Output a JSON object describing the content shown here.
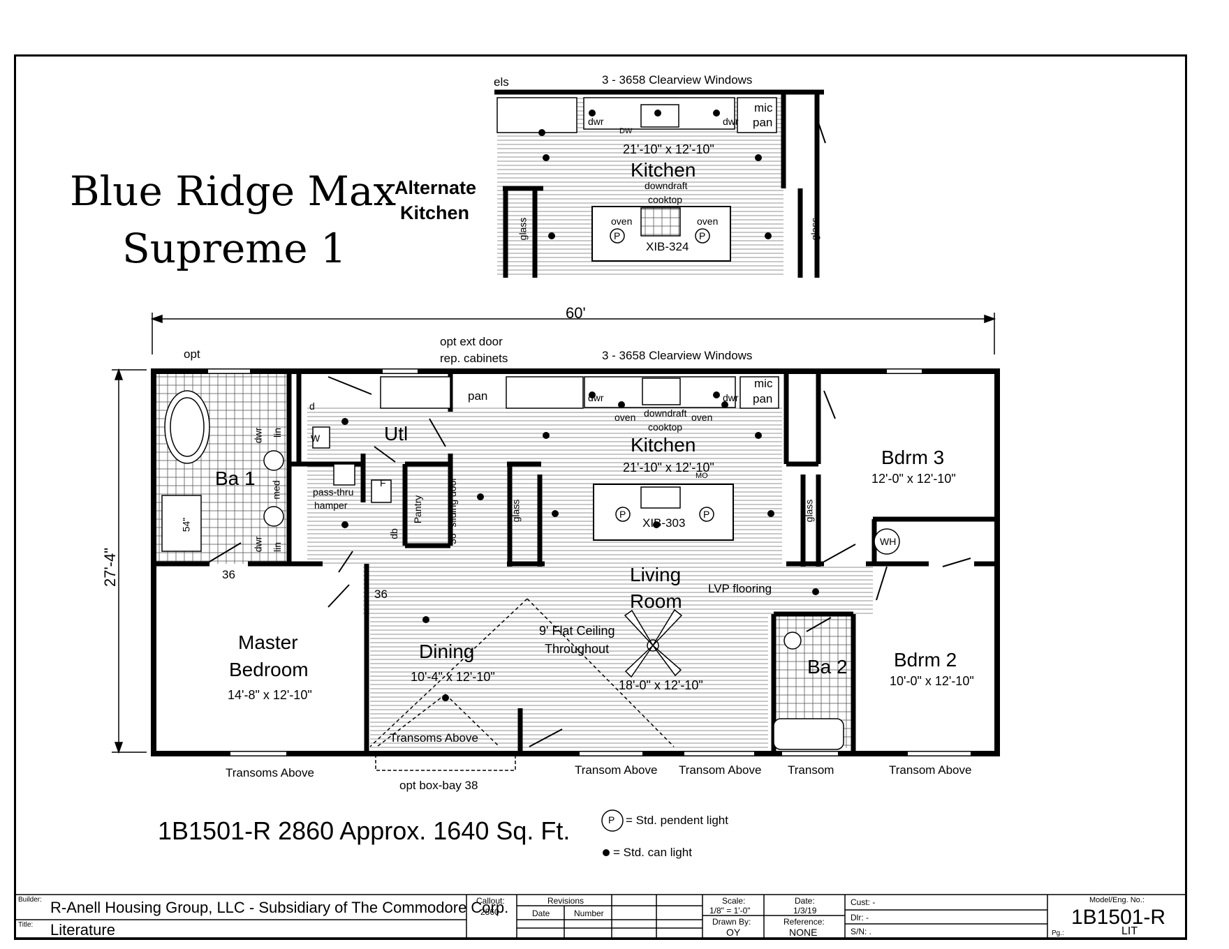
{
  "title": {
    "line1": "Blue Ridge Max",
    "line2": "Supreme 1"
  },
  "alternate": {
    "label_line1": "Alternate",
    "label_line2": "Kitchen",
    "windows": "3 - 3658 Clearview Windows",
    "cut_text": "els",
    "dwr_left": "dwr",
    "dw": "DW",
    "dwr_right": "dwr",
    "mic": "mic",
    "pan": "pan",
    "room_name": "Kitchen",
    "room_dim": "21'-10\" x 12'-10\"",
    "downdraft": "downdraft",
    "cooktop": "cooktop",
    "oven1": "oven",
    "oven2": "oven",
    "island": "XIB-324",
    "glass_left": "glass",
    "glass_right": "glass",
    "p1": "P",
    "p2": "P"
  },
  "plan": {
    "width_dim": "60'",
    "depth_dim": "27'-4\"",
    "opt_top": "opt",
    "opt_ext_door": "opt ext door",
    "rep_cabinets": "rep. cabinets",
    "windows": "3 - 3658 Clearview Windows",
    "pan": "pan",
    "dwr1": "dwr",
    "dwr2": "dwr",
    "dwr_v1": "dwr",
    "dwr_v2": "dwr",
    "mic": "mic",
    "pan2": "pan",
    "oven_left": "oven",
    "downdraft": "downdraft",
    "oven_right": "oven",
    "cooktop": "cooktop",
    "kitchen": "Kitchen",
    "kitchen_dim": "21'-10\" x 12'-10\"",
    "mo": "MO",
    "island": "XIB-303",
    "p1": "P",
    "p2": "P",
    "d": "d",
    "w": "W",
    "f": "F",
    "utl": "Utl",
    "ba1": "Ba 1",
    "lin1": "lin",
    "lin2": "lin",
    "med": "med",
    "tub_size": "54\"",
    "pass_thru": "pass-thru",
    "hamper": "hamper",
    "pantry": "Pantry",
    "db": "db",
    "sliding_door": "36\" sliding door",
    "glass_left": "glass",
    "glass_right": "glass",
    "bdrm3": "Bdrm 3",
    "bdrm3_dim": "12'-0\" x 12'-10\"",
    "wh": "WH",
    "master1": "Master",
    "master2": "Bedroom",
    "master_dim": "14'-8\" x 12'-10\"",
    "door36a": "36",
    "door36b": "36",
    "living1": "Living",
    "living2": "Room",
    "lvp": "LVP flooring",
    "dining": "Dining",
    "dining_dim": "10'-4\" x 12'-10\"",
    "flat1": "9' Flat Ceiling",
    "flat2": "Throughout",
    "living_dim": "18'-0\" x 12'-10\"",
    "ba2": "Ba 2",
    "bdrm2": "Bdrm 2",
    "bdrm2_dim": "10'-0\" x 12'-10\"",
    "transoms_above_inner": "Transoms Above",
    "transoms_above_master": "Transoms Above",
    "opt_box_bay": "opt box-bay 38",
    "transom_above_1": "Transom  Above",
    "transom_above_2": "Transom  Above",
    "transom": "Transom",
    "transom_above_3": "Transom  Above"
  },
  "footer": {
    "model_line": "1B1501-R 2860  Approx. 1640 Sq. Ft.",
    "legend_p_symbol": "P",
    "legend_p": "= Std. pendent light",
    "legend_can": "= Std. can light"
  },
  "titleblock": {
    "builder_label": "Builder:",
    "builder": "R-Anell Housing Group, LLC - Subsidiary of The Commodore Corp.",
    "title_label": "Title:",
    "title": "Literature",
    "callout_label": "Callout:",
    "callout": "2860",
    "revisions_label": "Revisions",
    "date_col": "Date",
    "number_col": "Number",
    "scale_label": "Scale:",
    "scale": "1/8\" = 1'-0\"",
    "date_label": "Date:",
    "date": "1/3/19",
    "drawn_label": "Drawn By:",
    "drawn": "OY",
    "ref_label": "Reference:",
    "ref": "NONE",
    "cust": "Cust: -",
    "dlr": "Dlr:  -",
    "sn": "S/N:  .",
    "model_label": "Model/Eng. No.:",
    "model": "1B1501-R",
    "pg_label": "Pg.:",
    "pg": "LIT",
    "dot": "."
  }
}
